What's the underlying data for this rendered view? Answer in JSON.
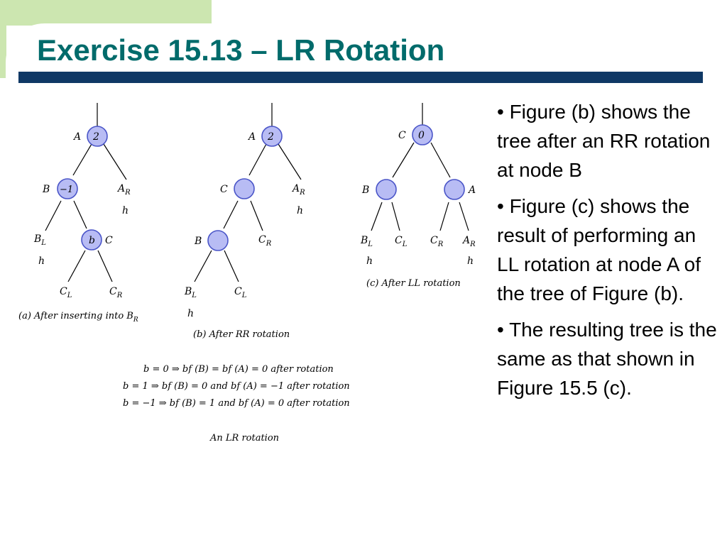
{
  "slide": {
    "title": "Exercise 15.13 – LR Rotation",
    "colors": {
      "title": "#006b6b",
      "title_bar": "#0f3865",
      "decoration": "#cce6b0",
      "node_fill": "#b8bcf4",
      "node_stroke": "#4a55c8"
    }
  },
  "bullets": [
    "• Figure (b) shows the tree after an RR rotation at node B",
    "• Figure (c) shows the result of performing an LL rotation at node A of the tree of Figure (b).",
    "• The resulting tree is the same as that shown in Figure 15.5 (c)."
  ],
  "figures": {
    "a": {
      "caption": "(a) After inserting into B",
      "caption_sub": "R",
      "nodes": [
        {
          "label": "A",
          "bf": "2"
        },
        {
          "label": "B",
          "bf": "−1"
        },
        {
          "label": "C",
          "bf": "b"
        }
      ],
      "subtrees": [
        {
          "label": "A",
          "sub": "R",
          "height": "h"
        },
        {
          "label": "B",
          "sub": "L",
          "height": "h"
        },
        {
          "label": "C",
          "sub": "L"
        },
        {
          "label": "C",
          "sub": "R"
        }
      ]
    },
    "b": {
      "caption": "(b) After RR rotation",
      "nodes": [
        {
          "label": "A",
          "bf": "2"
        },
        {
          "label": "C",
          "bf": ""
        },
        {
          "label": "B",
          "bf": ""
        }
      ],
      "subtrees": [
        {
          "label": "A",
          "sub": "R",
          "height": "h"
        },
        {
          "label": "C",
          "sub": "R"
        },
        {
          "label": "B",
          "sub": "L",
          "height": "h"
        },
        {
          "label": "C",
          "sub": "L"
        }
      ]
    },
    "c": {
      "caption": "(c) After LL rotation",
      "nodes": [
        {
          "label": "C",
          "bf": "0"
        },
        {
          "label": "B",
          "bf": ""
        },
        {
          "label": "A",
          "bf": ""
        }
      ],
      "subtrees": [
        {
          "label": "B",
          "sub": "L",
          "height": "h"
        },
        {
          "label": "C",
          "sub": "L"
        },
        {
          "label": "C",
          "sub": "R"
        },
        {
          "label": "A",
          "sub": "R",
          "height": "h"
        }
      ]
    }
  },
  "rules": {
    "lines": [
      "b = 0 ⇒ bf (B) = bf (A) = 0 after rotation",
      "b = 1 ⇒ bf (B) = 0 and bf (A) = −1 after rotation",
      "b = −1 ⇒ bf (B) = 1 and bf (A) = 0 after rotation"
    ],
    "caption": "An LR rotation"
  }
}
